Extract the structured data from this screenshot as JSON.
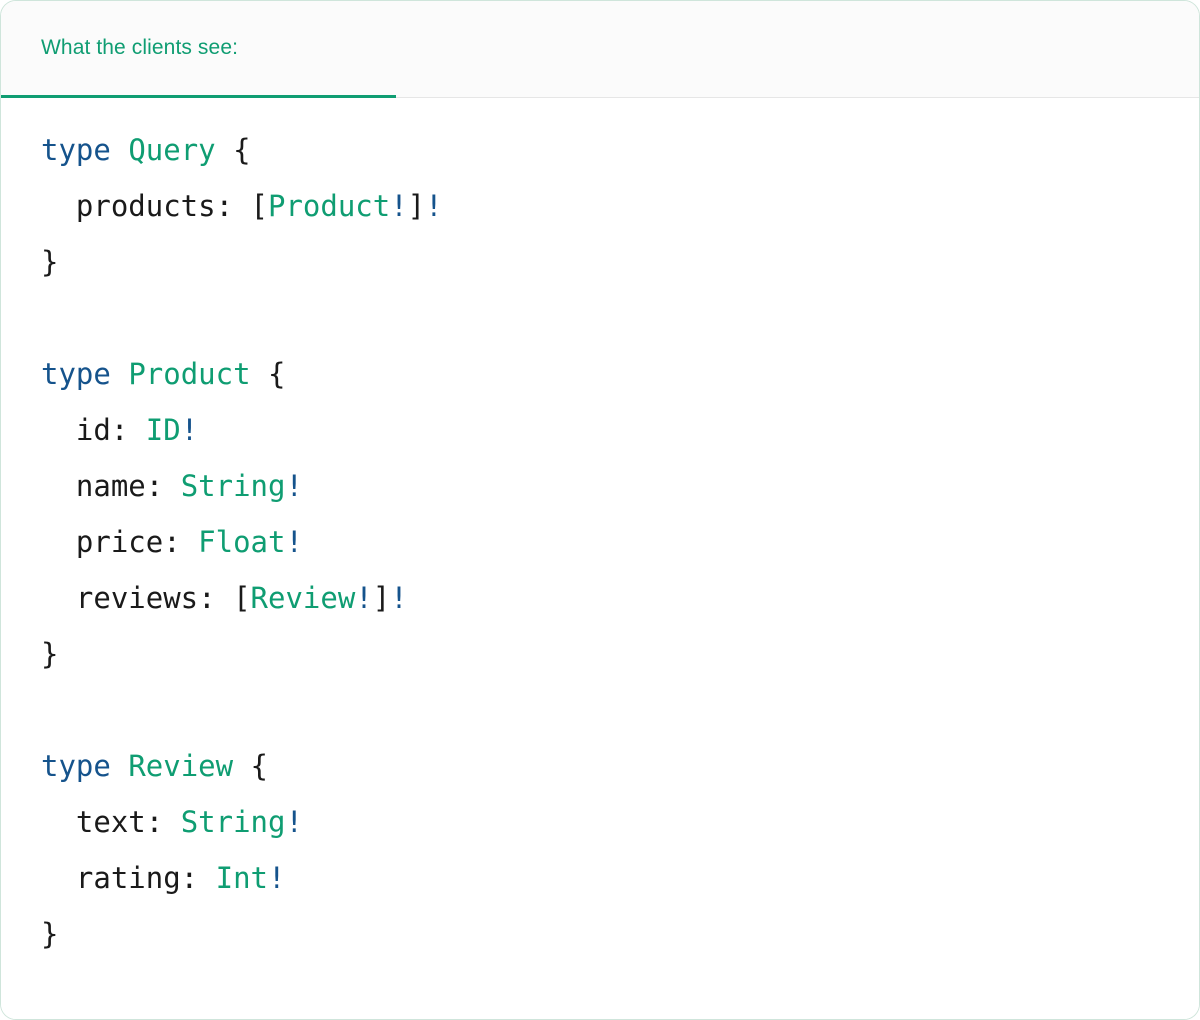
{
  "card": {
    "border_color": "#cfe5db",
    "background": "#ffffff"
  },
  "header": {
    "background": "#fbfbfb",
    "active_tab": {
      "label": "What the clients see:",
      "color": "#0f9d72",
      "underline_color": "#0f9d72"
    },
    "divider_color": "#e6e6e6"
  },
  "syntax": {
    "keyword_color": "#15538c",
    "type_color": "#0f9d72",
    "bang_color": "#15538c",
    "punct_color": "#1a1a1a",
    "field_color": "#1a1a1a"
  },
  "code": {
    "language": "graphql",
    "raw": "type Query {\n  products: [Product!]!\n}\n\ntype Product {\n  id: ID!\n  name: String!\n  price: Float!\n  reviews: [Review!]!\n}\n\ntype Review {\n  text: String!\n  rating: Int!\n}",
    "lines": [
      {
        "tokens": [
          {
            "t": "type",
            "k": "keyword"
          },
          {
            "t": " ",
            "k": "punct"
          },
          {
            "t": "Query",
            "k": "type"
          },
          {
            "t": " {",
            "k": "punct"
          }
        ]
      },
      {
        "tokens": [
          {
            "t": "  products:",
            "k": "field"
          },
          {
            "t": " [",
            "k": "punct"
          },
          {
            "t": "Product",
            "k": "type"
          },
          {
            "t": "!",
            "k": "bang"
          },
          {
            "t": "]",
            "k": "punct"
          },
          {
            "t": "!",
            "k": "bang"
          }
        ]
      },
      {
        "tokens": [
          {
            "t": "}",
            "k": "punct"
          }
        ]
      },
      {
        "tokens": []
      },
      {
        "tokens": [
          {
            "t": "type",
            "k": "keyword"
          },
          {
            "t": " ",
            "k": "punct"
          },
          {
            "t": "Product",
            "k": "type"
          },
          {
            "t": " {",
            "k": "punct"
          }
        ]
      },
      {
        "tokens": [
          {
            "t": "  id:",
            "k": "field"
          },
          {
            "t": " ",
            "k": "punct"
          },
          {
            "t": "ID",
            "k": "type"
          },
          {
            "t": "!",
            "k": "bang"
          }
        ]
      },
      {
        "tokens": [
          {
            "t": "  name:",
            "k": "field"
          },
          {
            "t": " ",
            "k": "punct"
          },
          {
            "t": "String",
            "k": "type"
          },
          {
            "t": "!",
            "k": "bang"
          }
        ]
      },
      {
        "tokens": [
          {
            "t": "  price:",
            "k": "field"
          },
          {
            "t": " ",
            "k": "punct"
          },
          {
            "t": "Float",
            "k": "type"
          },
          {
            "t": "!",
            "k": "bang"
          }
        ]
      },
      {
        "tokens": [
          {
            "t": "  reviews:",
            "k": "field"
          },
          {
            "t": " [",
            "k": "punct"
          },
          {
            "t": "Review",
            "k": "type"
          },
          {
            "t": "!",
            "k": "bang"
          },
          {
            "t": "]",
            "k": "punct"
          },
          {
            "t": "!",
            "k": "bang"
          }
        ]
      },
      {
        "tokens": [
          {
            "t": "}",
            "k": "punct"
          }
        ]
      },
      {
        "tokens": []
      },
      {
        "tokens": [
          {
            "t": "type",
            "k": "keyword"
          },
          {
            "t": " ",
            "k": "punct"
          },
          {
            "t": "Review",
            "k": "type"
          },
          {
            "t": " {",
            "k": "punct"
          }
        ]
      },
      {
        "tokens": [
          {
            "t": "  text:",
            "k": "field"
          },
          {
            "t": " ",
            "k": "punct"
          },
          {
            "t": "String",
            "k": "type"
          },
          {
            "t": "!",
            "k": "bang"
          }
        ]
      },
      {
        "tokens": [
          {
            "t": "  rating:",
            "k": "field"
          },
          {
            "t": " ",
            "k": "punct"
          },
          {
            "t": "Int",
            "k": "type"
          },
          {
            "t": "!",
            "k": "bang"
          }
        ]
      },
      {
        "tokens": [
          {
            "t": "}",
            "k": "punct"
          }
        ]
      }
    ]
  }
}
